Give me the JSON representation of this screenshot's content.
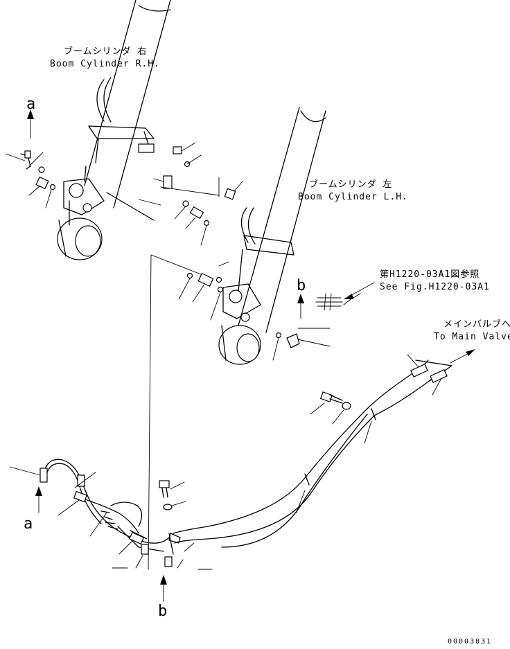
{
  "labels": {
    "boom_rh_jp": "ブームシリンダ 右",
    "boom_rh_en": "Boom Cylinder R.H.",
    "boom_lh_jp": "ブームシリンダ 左",
    "boom_lh_en": "Boom Cylinder L.H.",
    "ref_jp": "第H1220-03A1図参照",
    "ref_en": "See Fig.H1220-03A1",
    "main_valve_jp": "メインバルブへ",
    "main_valve_en": "To Main Valve",
    "marker_a": "a",
    "marker_b": "b",
    "drawing_code": "00003831"
  }
}
